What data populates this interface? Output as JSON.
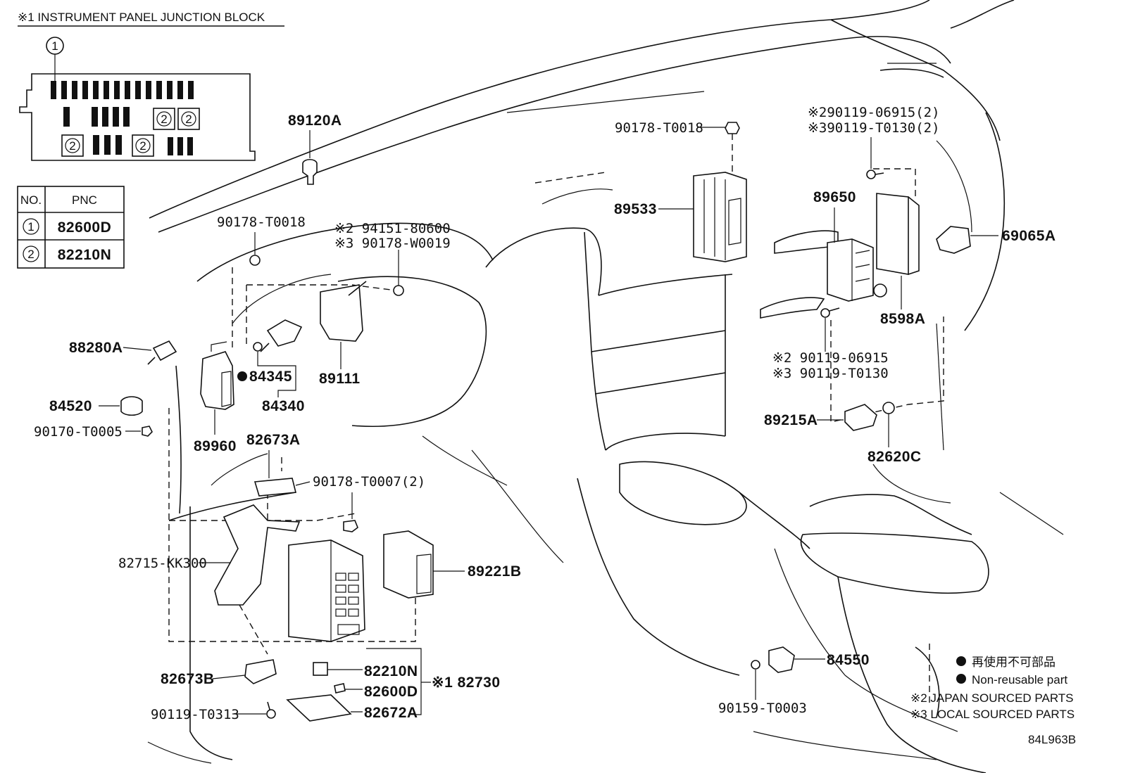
{
  "header": {
    "title": "※1 INSTRUMENT PANEL JUNCTION BLOCK"
  },
  "junction_block": {
    "callout_1": "1",
    "callout_2": "2"
  },
  "pnc_table": {
    "headers": [
      "NO.",
      "PNC"
    ],
    "rows": [
      {
        "no": "1",
        "pnc": "82600D"
      },
      {
        "no": "2",
        "pnc": "82210N"
      }
    ]
  },
  "labels": {
    "p89120A": "89120A",
    "p90178T0018_top": "90178-T0018",
    "p90119_06915_2_top": "※290119-06915(2)",
    "p90119_T0130_2_top": "※390119-T0130(2)",
    "p90178T0018_left": "90178-T0018",
    "p94151_80600": "※2 94151-80600",
    "p90178_W0019": "※3 90178-W0019",
    "p89533": "89533",
    "p89650": "89650",
    "p69065A": "69065A",
    "p8598A": "8598A",
    "p88280A": "88280A",
    "p84345": "84345",
    "p89111": "89111",
    "p84340": "84340",
    "p90119_06915": "※2 90119-06915",
    "p90119_T0130": "※3 90119-T0130",
    "p84520": "84520",
    "p90170_T0005": "90170-T0005",
    "p89960": "89960",
    "p82673A": "82673A",
    "p89215A": "89215A",
    "p82620C": "82620C",
    "p90178_T0007_2": "90178-T0007(2)",
    "p82715_KK300": "82715-KK300",
    "p89221B": "89221B",
    "p82210N": "82210N",
    "p82600D": "82600D",
    "p82672A": "82672A",
    "p82730": "※1 82730",
    "p82673B": "82673B",
    "p90119_T0313": "90119-T0313",
    "p84550": "84550",
    "p90159_T0003": "90159-T0003"
  },
  "legend": {
    "non_reusable_jp": "再使用不可部品",
    "non_reusable_en": "Non-reusable part",
    "japan_sourced": "※2 JAPAN SOURCED PARTS",
    "local_sourced": "※3 LOCAL SOURCED PARTS"
  },
  "figure_code": "84L963B"
}
